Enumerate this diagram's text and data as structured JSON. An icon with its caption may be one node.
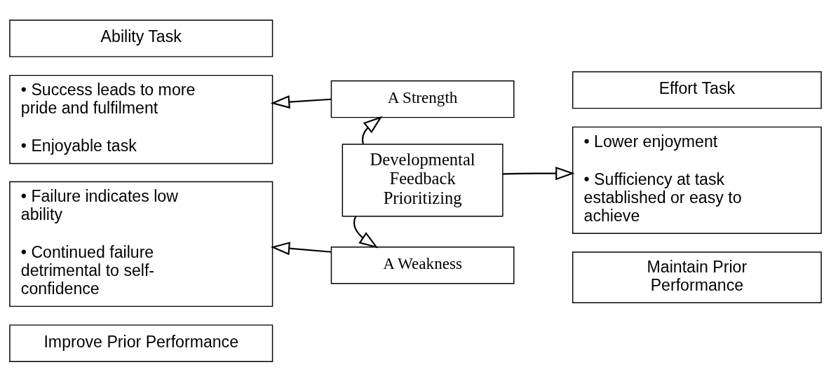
{
  "diagram": {
    "nodes": [
      {
        "text": [
          "Ability Task"
        ]
      },
      {
        "text": [
          "• Success leads to more pride and fulfilment",
          "• Enjoyable task"
        ]
      },
      {
        "text": [
          "• Failure indicates low ability",
          "• Continued failure detrimental to self-confidence"
        ]
      },
      {
        "text": [
          "Improve Prior Performance"
        ]
      },
      {
        "text": [
          "A Strength"
        ]
      },
      {
        "text": [
          "Developmental Feedback Prioritizing"
        ]
      },
      {
        "text": [
          "A Weakness"
        ]
      },
      {
        "text": [
          "Effort Task"
        ]
      },
      {
        "text": [
          "• Lower enjoyment",
          "• Sufficiency at task established or easy to achieve"
        ]
      },
      {
        "text": [
          "Maintain Prior Performance"
        ]
      }
    ],
    "edges": [
      {
        "from": 5,
        "to": 4,
        "arrow": "to"
      },
      {
        "from": 5,
        "to": 6,
        "arrow": "to"
      },
      {
        "from": 5,
        "to": 8,
        "arrow": "to"
      },
      {
        "from": 4,
        "to": 1,
        "arrow": "to"
      },
      {
        "from": 6,
        "to": 2,
        "arrow": "to"
      }
    ]
  }
}
